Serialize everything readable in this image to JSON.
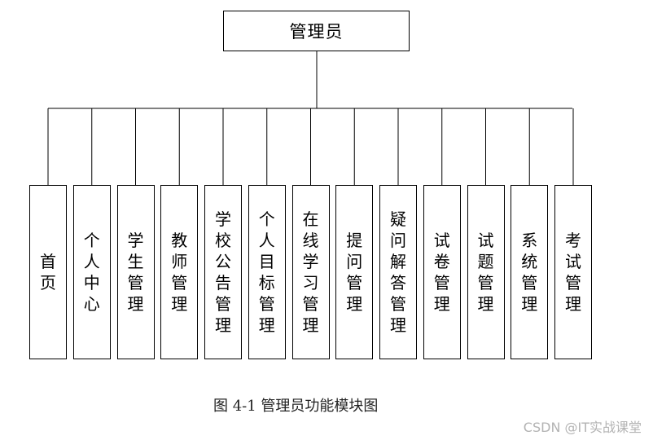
{
  "diagram": {
    "root": "管理员",
    "children": [
      "首页",
      "个人中心",
      "学生管理",
      "教师管理",
      "学校公告管理",
      "个人目标管理",
      "在线学习管理",
      "提问管理",
      "疑问解答管理",
      "试卷管理",
      "试题管理",
      "系统管理",
      "考试管理"
    ]
  },
  "caption": "图 4-1 管理员功能模块图",
  "watermark": "CSDN @IT实战课堂"
}
